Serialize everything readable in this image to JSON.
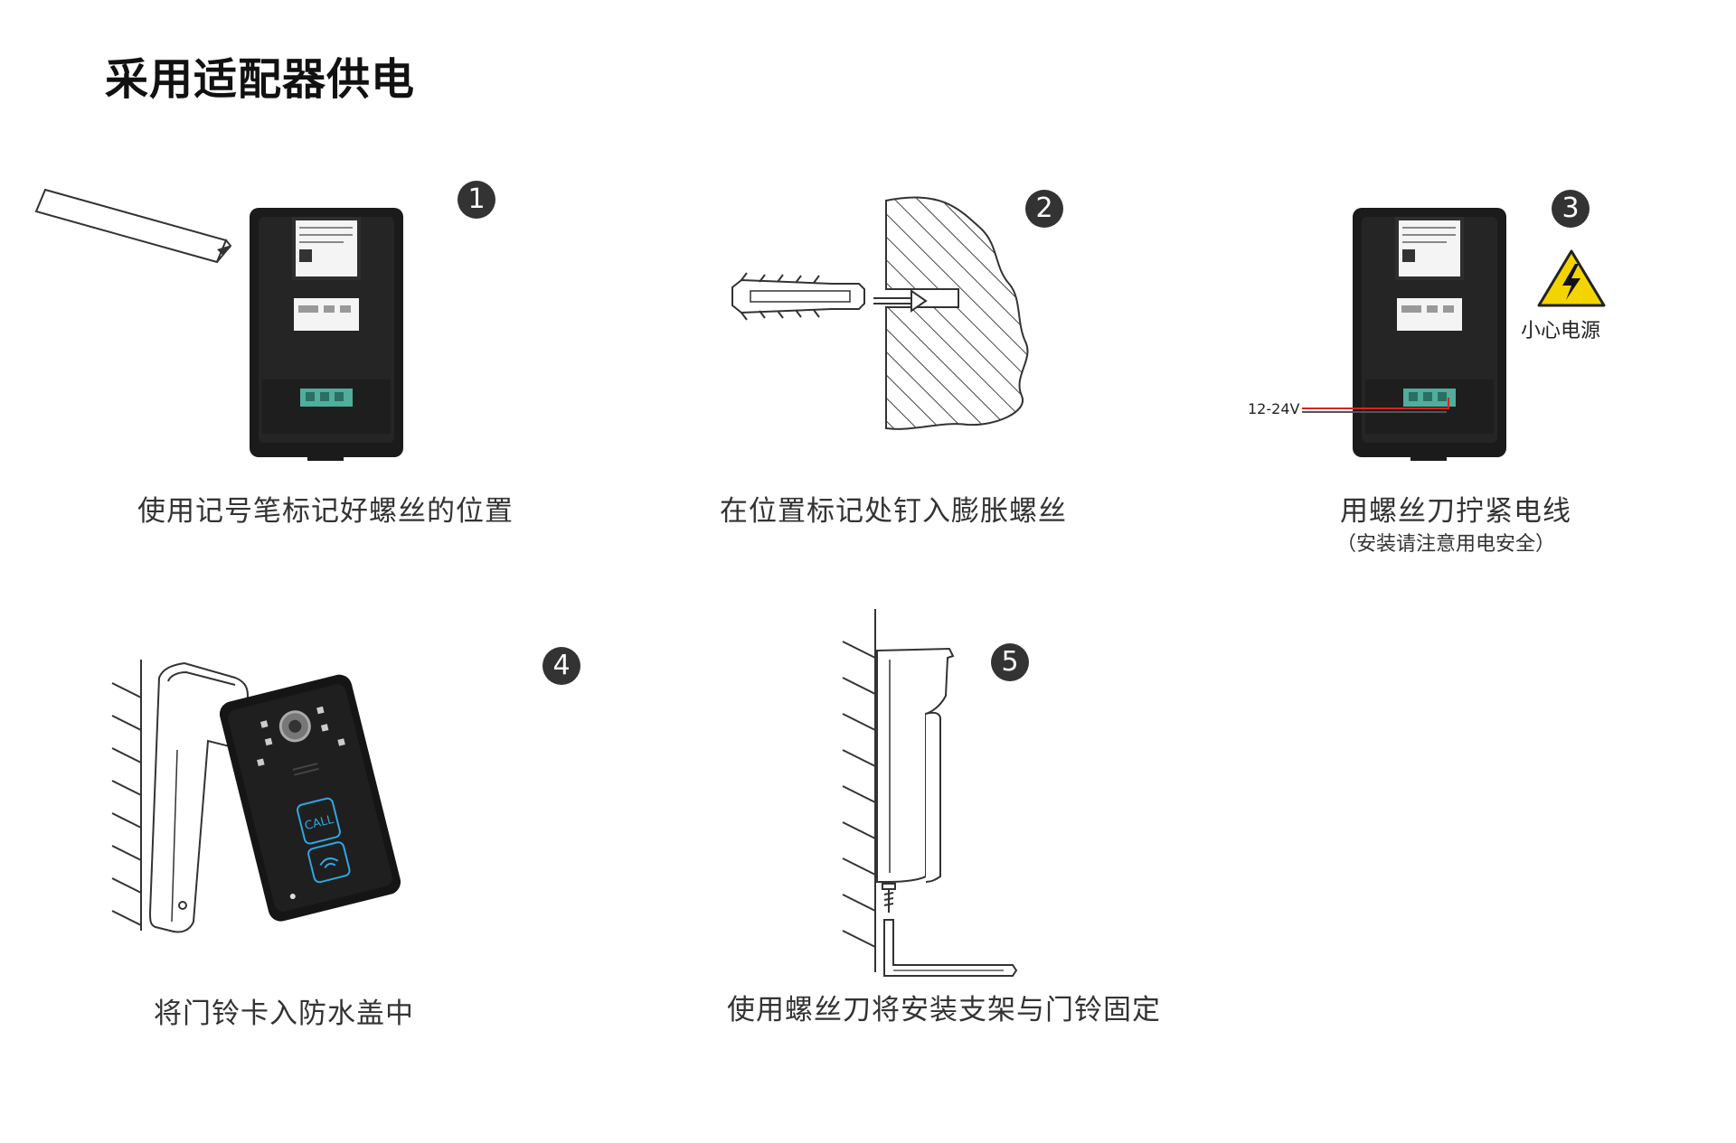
{
  "title": "采用适配器供电",
  "steps": [
    {
      "number": "1",
      "caption": "使用记号笔标记好螺丝的位置"
    },
    {
      "number": "2",
      "caption": "在位置标记处钉入膨胀螺丝"
    },
    {
      "number": "3",
      "caption": "用螺丝刀拧紧电线",
      "subcaption": "（安装请注意用电安全）",
      "voltage_label": "12-24V",
      "warning_label": "小心电源"
    },
    {
      "number": "4",
      "caption": "将门铃卡入防水盖中",
      "button_label": "CALL"
    },
    {
      "number": "5",
      "caption": "使用螺丝刀将安装支架与门铃固定"
    }
  ],
  "colors": {
    "text": "#333333",
    "badge": "#333333",
    "device": "#1a1a1a",
    "warning": "#f4d400",
    "wire": "#e02020",
    "led": "#2fa6e0"
  }
}
